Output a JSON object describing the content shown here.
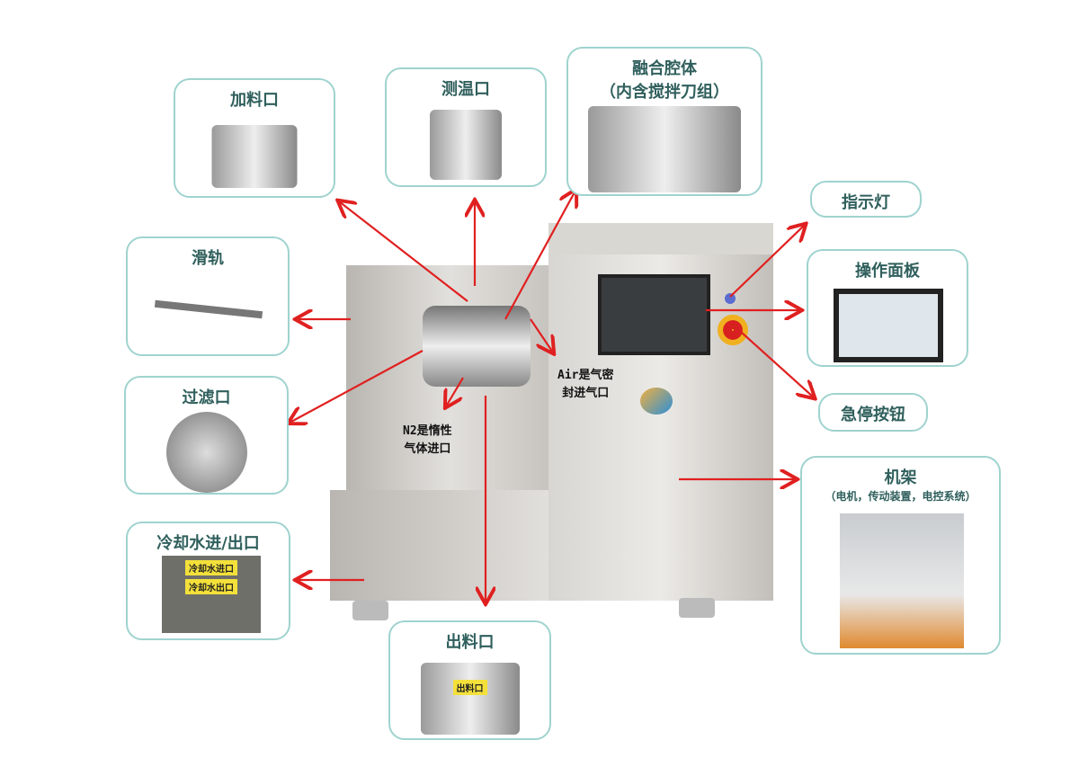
{
  "labels": {
    "feed_port": "加料口",
    "temp_port": "测温口",
    "chamber": "融合腔体",
    "chamber_sub": "（内含搅拌刀组）",
    "indicator": "指示灯",
    "panel": "操作面板",
    "estop": "急停按钮",
    "frame": "机架",
    "frame_sub": "（电机，传动装置，电控系统）",
    "rail": "滑轨",
    "filter": "过滤口",
    "cooling": "冷却水进/出口",
    "cooling_in": "冷却水进口",
    "cooling_out": "冷却水出口",
    "discharge": "出料口",
    "discharge_tag": "出料口"
  },
  "notes": {
    "air_line1": "Air是气密",
    "air_line2": "封进气口",
    "n2_line1": "N2是惰性",
    "n2_line2": "气体进口"
  },
  "colors": {
    "border": "#9fd3cf",
    "text": "#2f5f5c",
    "arrow": "#e02020"
  }
}
